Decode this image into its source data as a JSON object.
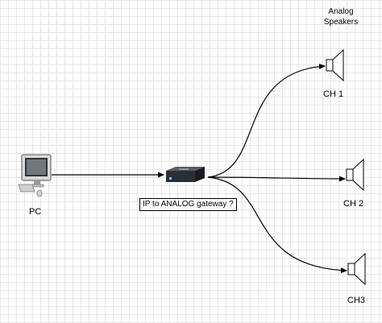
{
  "diagram": {
    "title_line1": "Analog",
    "title_line2": "Speakers",
    "nodes": {
      "pc": {
        "label": "PC"
      },
      "gateway": {
        "label": "IP to ANALOG gateway ?"
      },
      "speakers": [
        {
          "label": "CH 1"
        },
        {
          "label": "CH 2"
        },
        {
          "label": "CH3"
        }
      ]
    },
    "edges": [
      {
        "from": "PC",
        "to": "IP to ANALOG gateway ?"
      },
      {
        "from": "IP to ANALOG gateway ?",
        "to": "CH 1"
      },
      {
        "from": "IP to ANALOG gateway ?",
        "to": "CH 2"
      },
      {
        "from": "IP to ANALOG gateway ?",
        "to": "CH3"
      }
    ],
    "colors": {
      "line": "#000000",
      "grid": "#e6e6e6",
      "background": "#ffffff"
    }
  }
}
